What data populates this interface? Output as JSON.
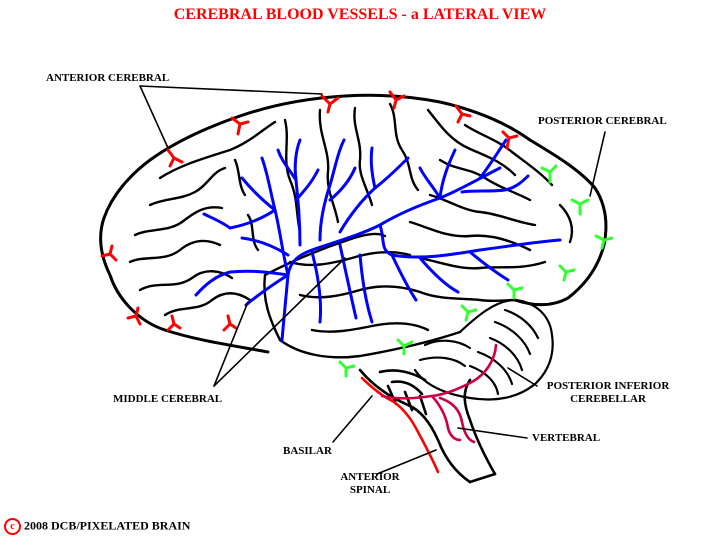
{
  "title": "CEREBRAL BLOOD VESSELS - a LATERAL VIEW",
  "labels": {
    "anterior_cerebral": "ANTERIOR CEREBRAL",
    "posterior_cerebral": "POSTERIOR CEREBRAL",
    "middle_cerebral": "MIDDLE CEREBRAL",
    "posterior_inferior_cerebellar_line1": "POSTERIOR INFERIOR",
    "posterior_inferior_cerebellar_line2": "CEREBELLAR",
    "vertebral": "VERTEBRAL",
    "basilar": "BASILAR",
    "anterior_spinal_line1": "ANTERIOR",
    "anterior_spinal_line2": "SPINAL"
  },
  "copyright": {
    "symbol": "c",
    "text": "2008  DCB/PIXELATED BRAIN"
  },
  "colors": {
    "title": "#ff0000",
    "outline": "#000000",
    "anterior_cerebral": "#ff0000",
    "middle_cerebral": "#0000ff",
    "posterior_cerebral": "#33ff33",
    "basilar_spinal": "#ff0000",
    "vertebral_pica": "#cc0044",
    "copyright_symbol": "#ff0000"
  }
}
